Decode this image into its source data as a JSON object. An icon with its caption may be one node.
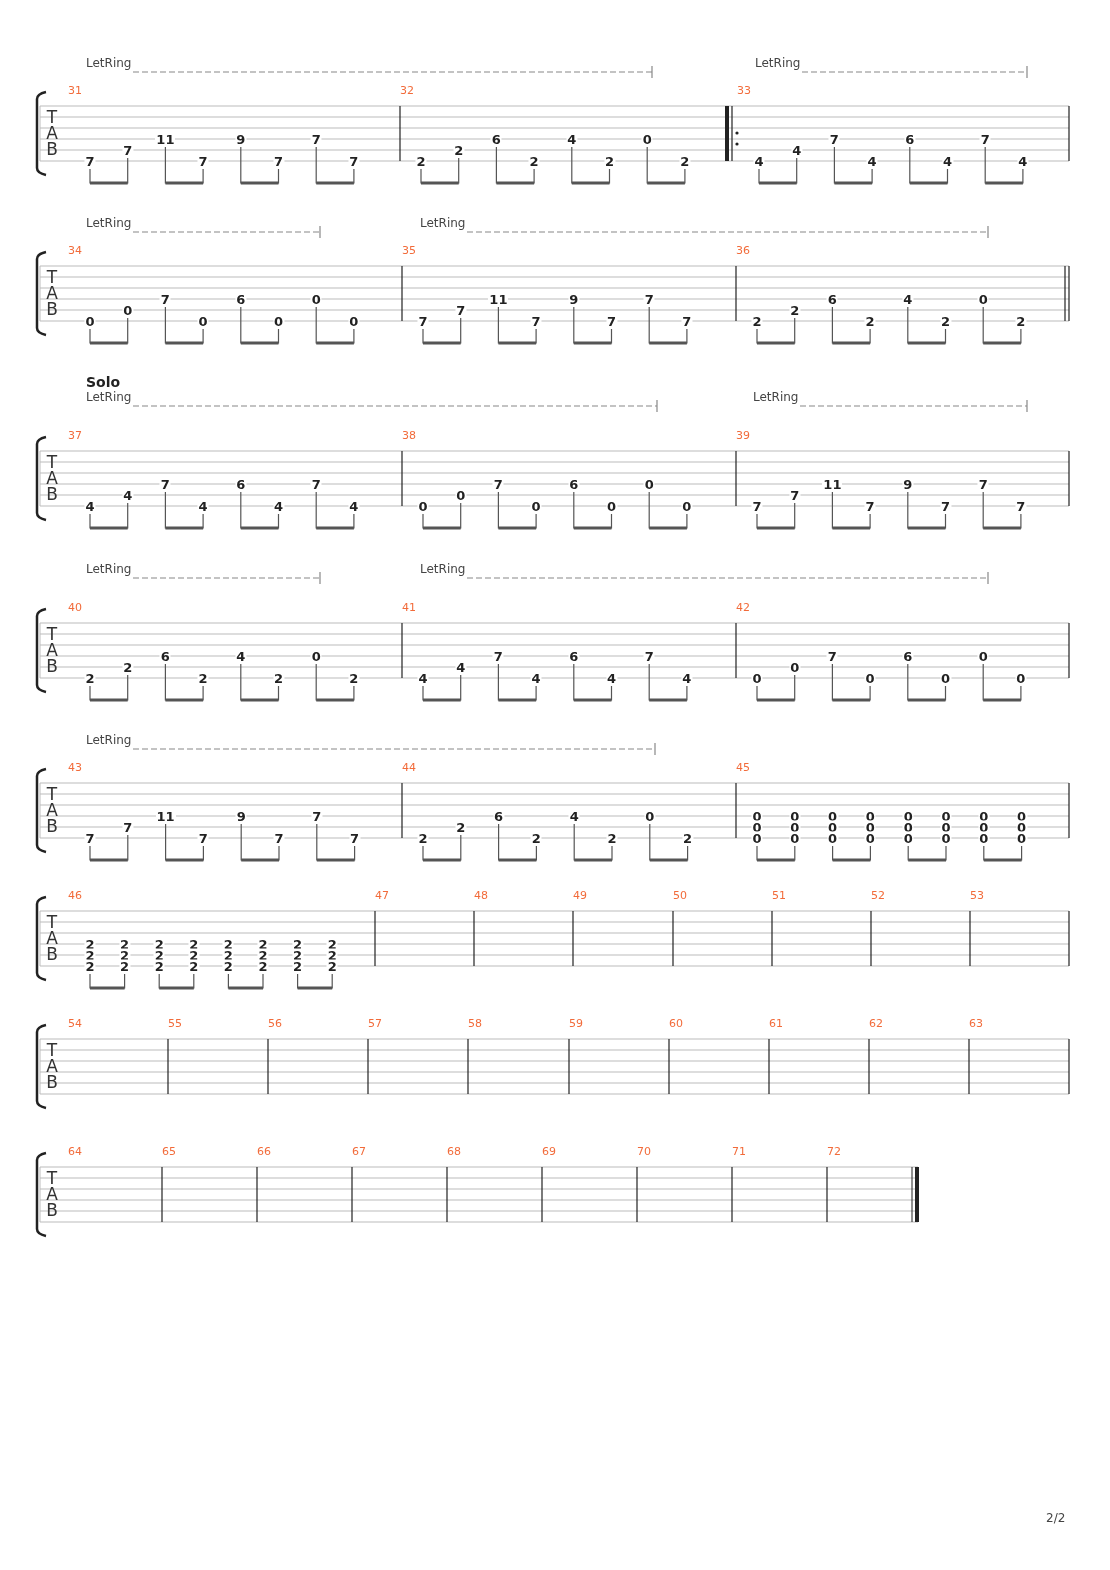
{
  "diagram": {
    "labels": [
      "LetRing",
      "LetRing",
      "31",
      "32",
      "33",
      "T",
      "A",
      "B",
      "7",
      "7",
      "11",
      "7",
      "9",
      "7",
      "7",
      "7",
      "2",
      "2",
      "6",
      "2",
      "4",
      "2",
      "0",
      "2",
      "4",
      "4",
      "7",
      "4",
      "6",
      "4",
      "7",
      "4",
      "LetRing",
      "LetRing",
      "34",
      "35",
      "36",
      "T",
      "A",
      "B",
      "0",
      "0",
      "7",
      "0",
      "6",
      "0",
      "0",
      "0",
      "7",
      "7",
      "11",
      "7",
      "9",
      "7",
      "7",
      "7",
      "2",
      "2",
      "6",
      "2",
      "4",
      "2",
      "0",
      "2",
      "Solo",
      "LetRing",
      "LetRing",
      "37",
      "38",
      "39",
      "T",
      "A",
      "B",
      "4",
      "4",
      "7",
      "4",
      "6",
      "4",
      "7",
      "4",
      "0",
      "0",
      "7",
      "0",
      "6",
      "0",
      "0",
      "0",
      "7",
      "7",
      "11",
      "7",
      "9",
      "7",
      "7",
      "7",
      "LetRing",
      "LetRing",
      "40",
      "41",
      "42",
      "T",
      "A",
      "B",
      "2",
      "2",
      "6",
      "2",
      "4",
      "2",
      "0",
      "2",
      "4",
      "4",
      "7",
      "4",
      "6",
      "4",
      "7",
      "4",
      "0",
      "0",
      "7",
      "0",
      "6",
      "0",
      "0",
      "0",
      "LetRing",
      "43",
      "44",
      "45",
      "T",
      "A",
      "B",
      "7",
      "7",
      "11",
      "7",
      "9",
      "7",
      "7",
      "7",
      "2",
      "2",
      "6",
      "2",
      "4",
      "2",
      "0",
      "2",
      "0",
      "0",
      "0",
      "0",
      "0",
      "0",
      "0",
      "0",
      "0",
      "0",
      "0",
      "0",
      "0",
      "0",
      "0",
      "0",
      "0",
      "0",
      "0",
      "0",
      "0",
      "0",
      "0",
      "0",
      "46",
      "47",
      "48",
      "49",
      "50",
      "51",
      "52",
      "53",
      "T",
      "A",
      "B",
      "2",
      "2",
      "2",
      "2",
      "2",
      "2",
      "2",
      "2",
      "2",
      "2",
      "2",
      "2",
      "2",
      "2",
      "2",
      "2",
      "2",
      "2",
      "2",
      "2",
      "2",
      "2",
      "2",
      "2",
      "54",
      "55",
      "56",
      "57",
      "58",
      "59",
      "60",
      "61",
      "62",
      "63",
      "T",
      "A",
      "B",
      "64",
      "65",
      "66",
      "67",
      "68",
      "69",
      "70",
      "71",
      "72",
      "T",
      "A",
      "B",
      "2/2"
    ]
  }
}
